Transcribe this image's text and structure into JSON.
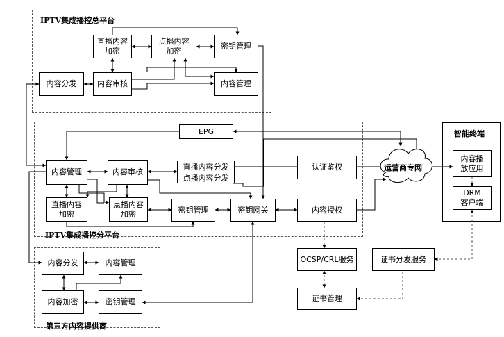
{
  "groups": {
    "master_platform": "IPTV集成播控总平台",
    "branch_platform": "IPTV集成播控分平台",
    "third_party": "第三方内容提供商",
    "terminal": "智能终端"
  },
  "master": {
    "live_encrypt": "直播内容\n加密",
    "vod_encrypt": "点播内容\n加密",
    "key_mgmt": "密钥管理",
    "content_distribute": "内容分发",
    "content_review": "内容审核",
    "content_mgmt": "内容管理"
  },
  "branch": {
    "epg": "EPG",
    "content_mgmt": "内容管理",
    "content_review": "内容审核",
    "live_distribute": "直播内容分发",
    "vod_distribute": "点播内容分发",
    "live_encrypt": "直播内容\n加密",
    "vod_encrypt": "点播内容\n加密",
    "key_mgmt": "密钥管理",
    "key_gateway": "密钥网关",
    "auth": "认证鉴权",
    "content_license": "内容授权"
  },
  "network": {
    "operator_net": "运营商专网"
  },
  "pki": {
    "ocsp": "OCSP/CRL服务",
    "cert_mgmt": "证书管理",
    "cert_distribute": "证书分发服务"
  },
  "terminal_items": {
    "player_app": "内容播\n放应用",
    "drm_client": "DRM\n客户端"
  },
  "third": {
    "content_distribute": "内容分发",
    "content_mgmt": "内容管理",
    "content_encrypt": "内容加密",
    "key_mgmt": "密钥管理"
  }
}
